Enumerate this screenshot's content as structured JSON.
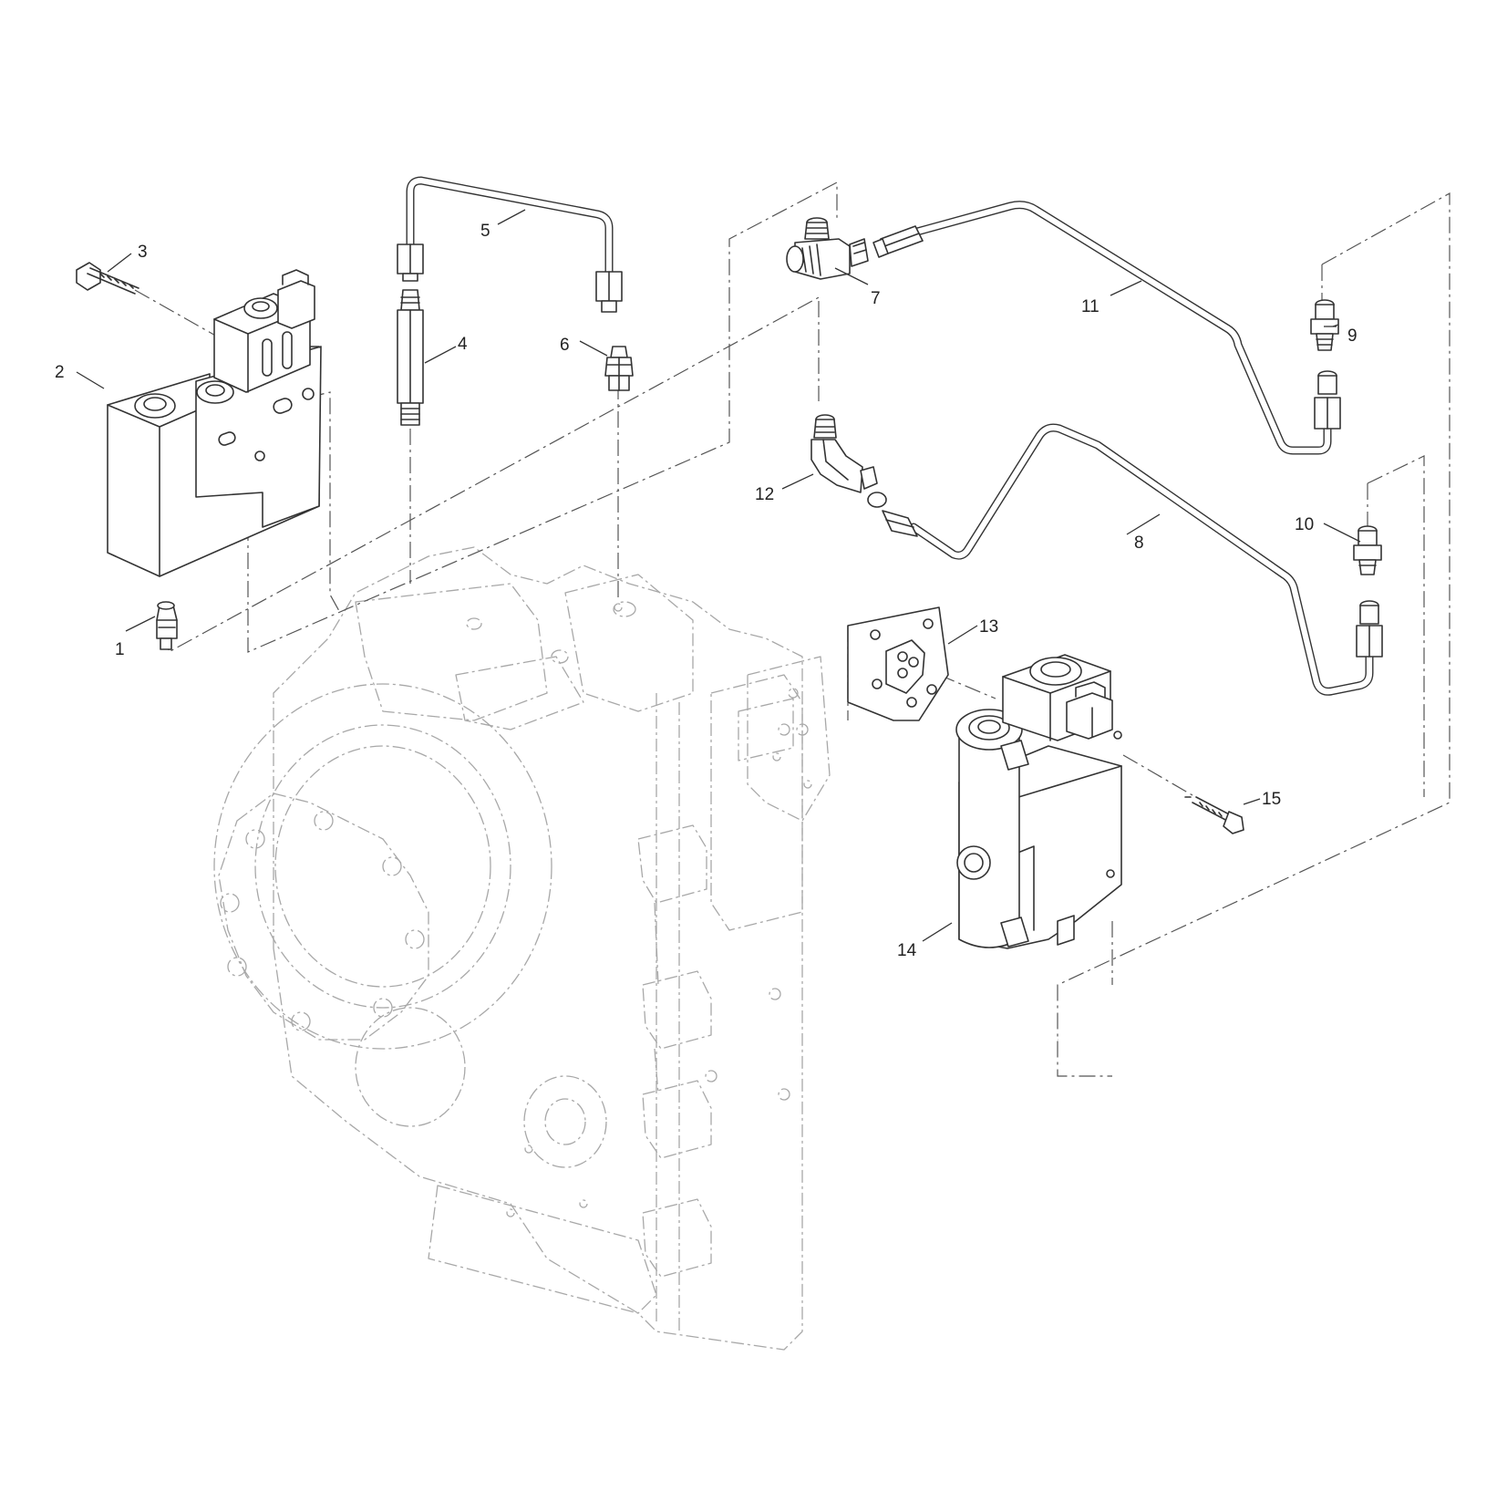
{
  "callouts": [
    {
      "id": "1",
      "label": "1"
    },
    {
      "id": "2",
      "label": "2"
    },
    {
      "id": "3",
      "label": "3"
    },
    {
      "id": "4",
      "label": "4"
    },
    {
      "id": "5",
      "label": "5"
    },
    {
      "id": "6",
      "label": "6"
    },
    {
      "id": "7",
      "label": "7"
    },
    {
      "id": "8",
      "label": "8"
    },
    {
      "id": "9",
      "label": "9"
    },
    {
      "id": "10",
      "label": "10"
    },
    {
      "id": "11",
      "label": "11"
    },
    {
      "id": "12",
      "label": "12"
    },
    {
      "id": "13",
      "label": "13"
    },
    {
      "id": "14",
      "label": "14"
    },
    {
      "id": "15",
      "label": "15"
    }
  ],
  "colors": {
    "line": "#333333",
    "ghost": "#a8a8a8",
    "background": "#ffffff"
  }
}
